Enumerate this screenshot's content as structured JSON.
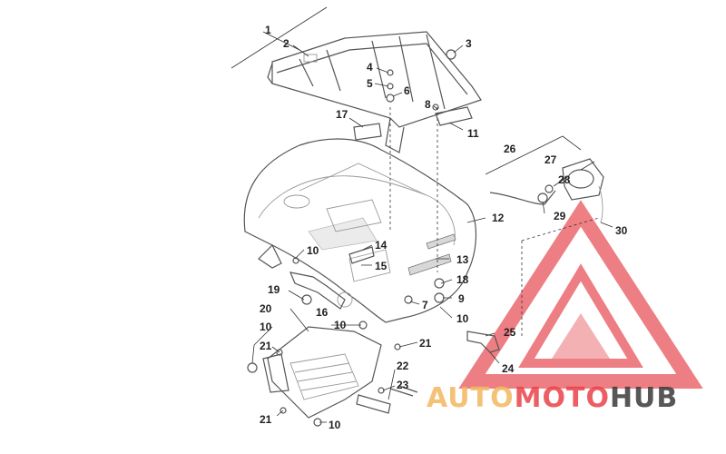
{
  "callouts": {
    "c1": "1",
    "c2": "2",
    "c3": "3",
    "c4": "4",
    "c5": "5",
    "c6": "6",
    "c7": "7",
    "c8": "8",
    "c9": "9",
    "c10a": "10",
    "c10b": "10",
    "c10c": "10",
    "c10d": "10",
    "c10e": "10",
    "c11": "11",
    "c12": "12",
    "c13": "13",
    "c14": "14",
    "c15": "15",
    "c16": "16",
    "c17": "17",
    "c18": "18",
    "c19": "19",
    "c20": "20",
    "c21a": "21",
    "c21b": "21",
    "c21c": "21",
    "c22": "22",
    "c23": "23",
    "c24": "24",
    "c25": "25",
    "c26": "26",
    "c27": "27",
    "c28": "28",
    "c29": "29",
    "c30": "30"
  },
  "watermark": {
    "auto": "AUTO",
    "moto": "MOTO",
    "hub": "HUB",
    "color_auto": "#f3b860",
    "color_moto": "#e9424a",
    "color_hub": "#3a3a3a",
    "logo_color": "#e8545a"
  }
}
